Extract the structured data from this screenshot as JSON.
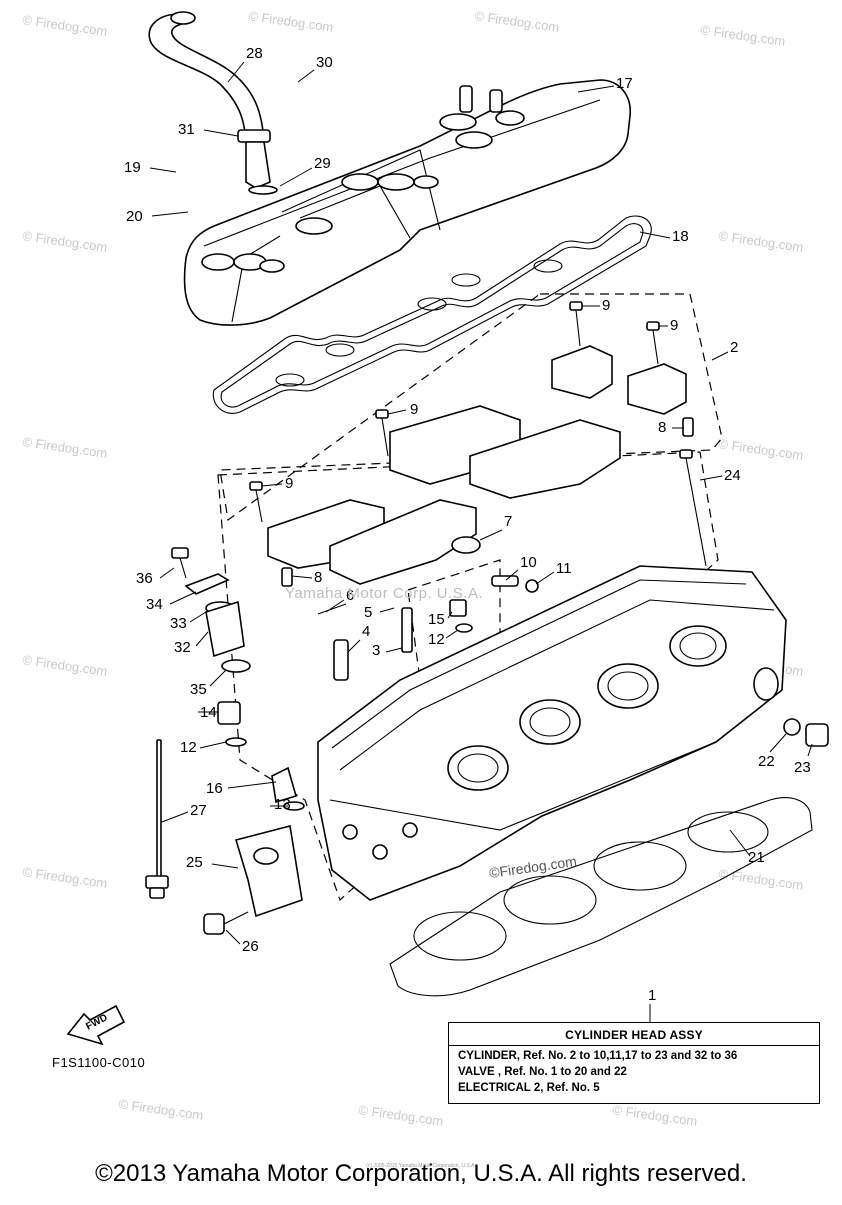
{
  "diagram": {
    "callouts": [
      "1",
      "2",
      "3",
      "4",
      "5",
      "6",
      "7",
      "8",
      "9",
      "10",
      "11",
      "12",
      "13",
      "14",
      "15",
      "16",
      "17",
      "18",
      "19",
      "20",
      "21",
      "22",
      "23",
      "24",
      "25",
      "26",
      "27",
      "28",
      "29",
      "30",
      "31",
      "32",
      "33",
      "34",
      "35",
      "36"
    ],
    "fwd_label": "FWD",
    "diagram_code": "F1S1100-C010",
    "midmark": "Yamaha Motor Corp. U.S.A.",
    "firedog_mark": "©Firedog.com",
    "watermark": "© Firedog.com"
  },
  "info_box": {
    "title": "CYLINDER HEAD ASSY",
    "lines": [
      "CYLINDER, Ref. No. 2 to 10,11,17 to 23 and 32 to 36",
      "VALVE , Ref. No. 1 to 20 and 22",
      "ELECTRICAL 2, Ref. No. 5"
    ]
  },
  "footer": {
    "copyright": "©2013 Yamaha Motor Corporation, U.S.A. All rights reserved.",
    "tiny_note": "(c) 2005-2015 Yamaha Motor Corporation, U.S.A."
  }
}
